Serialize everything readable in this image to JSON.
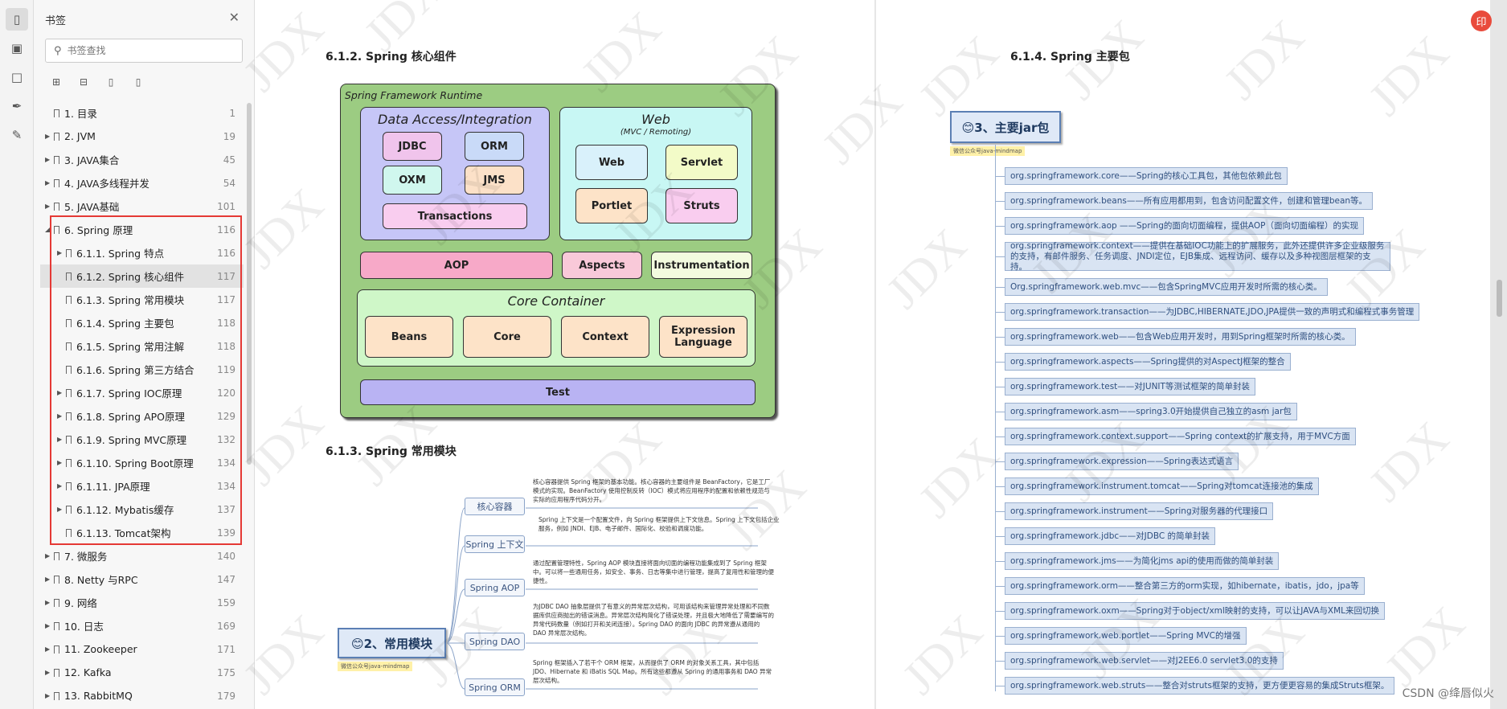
{
  "sidebar": {
    "title": "书签",
    "search_placeholder": "书签查找",
    "toc": [
      {
        "label": "1. 目录",
        "page": "1",
        "level": 0,
        "arrow": false
      },
      {
        "label": "2. JVM",
        "page": "19",
        "level": 0,
        "arrow": true
      },
      {
        "label": "3. JAVA集合",
        "page": "45",
        "level": 0,
        "arrow": true
      },
      {
        "label": "4. JAVA多线程并发",
        "page": "54",
        "level": 0,
        "arrow": true
      },
      {
        "label": "5. JAVA基础",
        "page": "101",
        "level": 0,
        "arrow": true
      },
      {
        "label": "6. Spring 原理",
        "page": "116",
        "level": 0,
        "arrow": true,
        "open": true
      },
      {
        "label": "6.1.1. Spring 特点",
        "page": "116",
        "level": 1,
        "arrow": true
      },
      {
        "label": "6.1.2. Spring 核心组件",
        "page": "117",
        "level": 1,
        "arrow": false,
        "selected": true
      },
      {
        "label": "6.1.3. Spring 常用模块",
        "page": "117",
        "level": 1,
        "arrow": false
      },
      {
        "label": "6.1.4. Spring 主要包",
        "page": "118",
        "level": 1,
        "arrow": false
      },
      {
        "label": "6.1.5. Spring 常用注解",
        "page": "118",
        "level": 1,
        "arrow": false
      },
      {
        "label": "6.1.6. Spring 第三方结合",
        "page": "119",
        "level": 1,
        "arrow": false
      },
      {
        "label": "6.1.7. Spring IOC原理",
        "page": "120",
        "level": 1,
        "arrow": true
      },
      {
        "label": "6.1.8. Spring APO原理",
        "page": "129",
        "level": 1,
        "arrow": true
      },
      {
        "label": "6.1.9. Spring MVC原理",
        "page": "132",
        "level": 1,
        "arrow": true
      },
      {
        "label": "6.1.10. Spring Boot原理",
        "page": "134",
        "level": 1,
        "arrow": true
      },
      {
        "label": "6.1.11. JPA原理",
        "page": "134",
        "level": 1,
        "arrow": true
      },
      {
        "label": "6.1.12. Mybatis缓存",
        "page": "137",
        "level": 1,
        "arrow": true
      },
      {
        "label": "6.1.13. Tomcat架构",
        "page": "139",
        "level": 1,
        "arrow": false
      },
      {
        "label": "7.   微服务",
        "page": "140",
        "level": 0,
        "arrow": true
      },
      {
        "label": "8. Netty 与RPC",
        "page": "147",
        "level": 0,
        "arrow": true
      },
      {
        "label": "9. 网络",
        "page": "159",
        "level": 0,
        "arrow": true
      },
      {
        "label": "10. 日志",
        "page": "169",
        "level": 0,
        "arrow": true
      },
      {
        "label": "11. Zookeeper",
        "page": "171",
        "level": 0,
        "arrow": true
      },
      {
        "label": "12. Kafka",
        "page": "175",
        "level": 0,
        "arrow": true
      },
      {
        "label": "13. RabbitMQ",
        "page": "179",
        "level": 0,
        "arrow": true
      }
    ]
  },
  "doc": {
    "watermark": "JDX",
    "left": {
      "sec1": "6.1.2.  Spring 核心组件",
      "sec2": "6.1.3.  Spring 常用模块",
      "runtime": {
        "title": "Spring Framework Runtime",
        "data_access": "Data Access/Integration",
        "jdbc": "JDBC",
        "orm": "ORM",
        "oxm": "OXM",
        "jms": "JMS",
        "transactions": "Transactions",
        "web_title": "Web",
        "web_sub": "(MVC / Remoting)",
        "web": "Web",
        "servlet": "Servlet",
        "portlet": "Portlet",
        "struts": "Struts",
        "aop": "AOP",
        "aspects": "Aspects",
        "instrumentation": "Instrumentation",
        "core_container": "Core Container",
        "beans": "Beans",
        "core": "Core",
        "context": "Context",
        "expression": "Expression Language",
        "test": "Test"
      },
      "modules": {
        "root": "😊2、常用模块",
        "tag": "微信公众号java-mindmap",
        "items": [
          {
            "name": "核心容器",
            "desc": "核心容器提供 Spring 框架的基本功能。核心容器的主要组件是 BeanFactory，它是工厂模式的实现。BeanFactory 使用控制反转（IOC）模式将应用程序的配置和依赖性规范与实际的应用程序代码分开。"
          },
          {
            "name": "Spring 上下文",
            "desc": "Spring 上下文是一个配置文件，向 Spring 框架提供上下文信息。Spring 上下文包括企业服务，例如 JNDI、EJB、电子邮件、国际化、校验和调度功能。"
          },
          {
            "name": "Spring AOP",
            "desc": "通过配置管理特性，Spring AOP 模块直接将面向切面的编程功能集成到了 Spring 框架中。可以将一些通用任务，如安全、事务、日志等集中进行管理，提高了复用性和管理的便捷性。"
          },
          {
            "name": "Spring DAO",
            "desc": "为JDBC DAO 抽象层提供了有意义的异常层次结构，可用该结构来管理异常处理和不同数据库供应商抛出的错误消息。异常层次结构简化了错误处理，并且极大地降低了需要编写的异常代码数量（例如打开和关闭连接）。Spring DAO 的面向 JDBC 的异常遵从通用的 DAO 异常层次结构。"
          },
          {
            "name": "Spring ORM",
            "desc": "Spring 框架插入了若干个 ORM 框架，从而提供了 ORM 的对象关系工具，其中包括 JDO、Hibernate 和 iBatis SQL Map。所有这些都遵从 Spring 的通用事务和 DAO 异常层次结构。"
          }
        ]
      }
    },
    "right": {
      "sec": "6.1.4.  Spring 主要包",
      "root": "😊3、主要jar包",
      "tag": "微信公众号java-mindmap",
      "jars": [
        "org.springframework.core——Spring的核心工具包，其他包依赖此包",
        "org.springframework.beans——所有应用都用到，包含访问配置文件，创建和管理bean等。",
        "org.springframework.aop ——Spring的面向切面编程，提供AOP（面向切面编程）的实现",
        "org.springframework.context——提供在基础IOC功能上的扩展服务，此外还提供许多企业级服务的支持，有邮件服务、任务调度、JNDI定位，EJB集成、远程访问、缓存以及多种视图层框架的支持。",
        "Org.springframework.web.mvc——包含SpringMVC应用开发时所需的核心类。",
        "org.springframework.transaction——为JDBC,HIBERNATE,JDO,JPA提供一致的声明式和编程式事务管理",
        "org.springframework.web——包含Web应用开发时，用到Spring框架时所需的核心类。",
        "org.springframework.aspects——Spring提供的对AspectJ框架的整合",
        "org.springframework.test——对JUNIT等测试框架的简单封装",
        "org.springframework.asm——spring3.0开始提供自己独立的asm jar包",
        "org.springframework.context.support——Spring context的扩展支持，用于MVC方面",
        "org.springframework.expression——Spring表达式语言",
        "org.springframework.instrument.tomcat——Spring对tomcat连接池的集成",
        "org.springframework.instrument——Spring对服务器的代理接口",
        "org.springframework.jdbc——对JDBC 的简单封装",
        "org.springframework.jms——为简化jms api的使用而做的简单封装",
        "org.springframework.orm——整合第三方的orm实现，如hibernate，ibatis，jdo，jpa等",
        "org.springframework.oxm——Spring对于object/xml映射的支持，可以让JAVA与XML来回切换",
        "org.springframework.web.portlet——Spring MVC的增强",
        "org.springframework.web.servlet——对J2EE6.0 servlet3.0的支持",
        "org.springframework.web.struts——整合对struts框架的支持，更方便更容易的集成Struts框架。"
      ]
    }
  },
  "footer": {
    "credit": "CSDN @绛唇似火",
    "fab": "印"
  }
}
